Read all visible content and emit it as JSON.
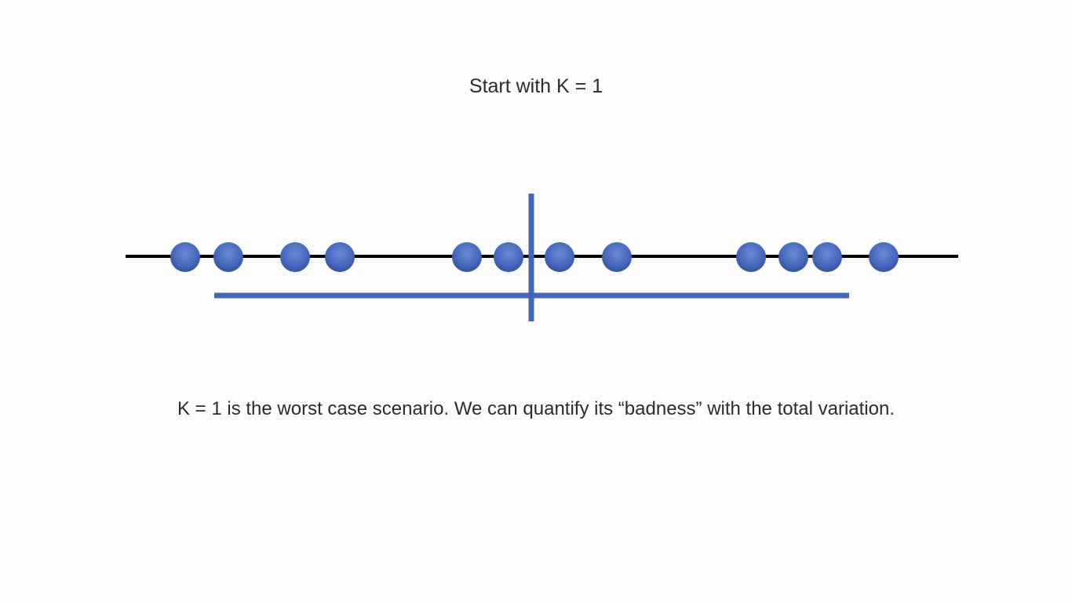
{
  "slide": {
    "title": "Start with K = 1",
    "caption": "K = 1 is the worst case scenario. We can quantify its “badness” with the total variation."
  },
  "diagram": {
    "line_color": "#000000",
    "point_color": "#4466bb",
    "marker_color": "#4466bb",
    "points": [
      1,
      2,
      3,
      4,
      5,
      6,
      7,
      8,
      9,
      10,
      11,
      12
    ],
    "point_count": 12
  }
}
